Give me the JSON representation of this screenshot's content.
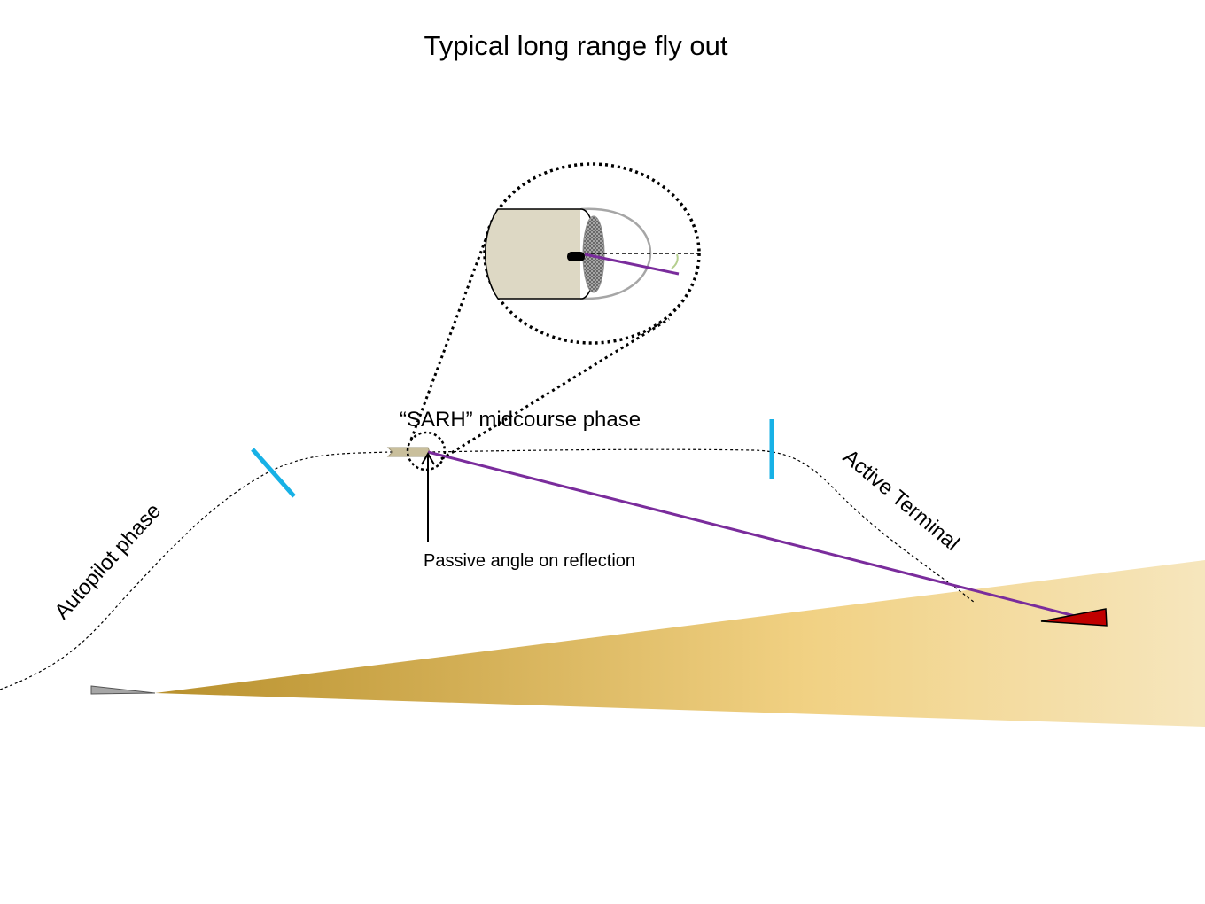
{
  "title": "Typical long range fly out",
  "labels": {
    "autopilot_phase": "Autopilot phase",
    "sarh_midcourse_phase": "“SARH” midcourse phase",
    "active_terminal": "Active Terminal",
    "passive_angle": "Passive angle on reflection"
  },
  "colors": {
    "beam_dark": "#b8902c",
    "beam_mid": "#f1d183",
    "beam_light": "#f6e6bd",
    "phase_marker": "#17b1e6",
    "line_of_sight": "#7a2c9c",
    "target": "#c00000",
    "launcher": "#a6a6a6",
    "missile_body": "#ddd8c4",
    "seeker_dish": "#8c8c8c"
  }
}
